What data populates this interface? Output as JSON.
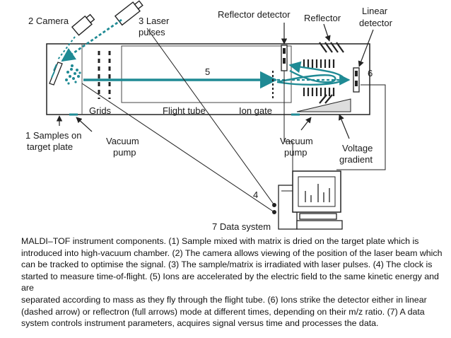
{
  "labels": {
    "camera": "2 Camera",
    "laser_1": "3 Laser",
    "laser_2": "pulses",
    "reflector_detector": "Reflector detector",
    "reflector": "Reflector",
    "linear_1": "Linear",
    "linear_2": "detector",
    "five": "5",
    "six": "6",
    "grids": "Grids",
    "flight_tube": "Flight tube",
    "ion_gate": "Ion gate",
    "samples_1": "1 Samples on",
    "samples_2": "target plate",
    "vacuum_left_1": "Vacuum",
    "vacuum_left_2": "pump",
    "vacuum_right_1": "Vacuum",
    "vacuum_right_2": "pump",
    "voltage_1": "Voltage",
    "voltage_2": "gradient",
    "four": "4",
    "data_system": "7 Data system"
  },
  "caption": {
    "line1": "MALDI–TOF instrument components. (1) Sample mixed with matrix is dried on the target plate which is introduced into high-vacuum chamber. (2) The camera allows viewing of the position of the laser beam which can be tracked to optimise the signal. (3) The sample/matrix is irradiated with laser pulses. (4) The clock is started to measure time-of-flight. (5) Ions are accelerated by the electric field to the same kinetic energy and are",
    "line2": "separated according to mass as they fly through the flight tube. (6) Ions strike the detector either in linear (dashed arrow) or reflectron (full arrows) mode at different times, depending on their m/z ratio. (7) A data system controls instrument parameters, acquires signal versus time and processes the data."
  },
  "colors": {
    "beam": "#1f8a94",
    "outline": "#222222",
    "laser_dots": "#1f8a94"
  }
}
